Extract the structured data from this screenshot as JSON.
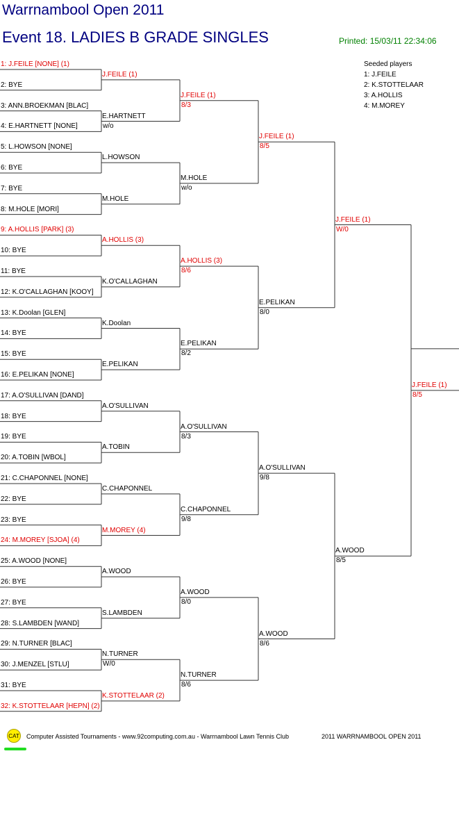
{
  "header": {
    "title": "Warrnambool Open 2011",
    "event": "Event 18. LADIES B GRADE SINGLES",
    "printed": "Printed: 15/03/11 22:34:06"
  },
  "seeded": {
    "heading": "Seeded players",
    "players": [
      "1: J.FEILE",
      "2: K.STOTTELAAR",
      "3: A.HOLLIS",
      "4: M.MOREY"
    ]
  },
  "colors": {
    "title": "#000080",
    "seed": "#e00000",
    "printed": "#008000",
    "lines": "#333333"
  },
  "rounds": [
    [
      {
        "name": "1: J.FEILE [NONE] (1)",
        "red": true
      },
      {
        "name": "2: BYE"
      },
      {
        "name": "3: ANN.BROEKMAN [BLAC]"
      },
      {
        "name": "4: E.HARTNETT [NONE]"
      },
      {
        "name": "5: L.HOWSON [NONE]"
      },
      {
        "name": "6: BYE"
      },
      {
        "name": "7: BYE"
      },
      {
        "name": "8: M.HOLE [MORI]"
      },
      {
        "name": "9: A.HOLLIS [PARK] (3)",
        "red": true
      },
      {
        "name": "10: BYE"
      },
      {
        "name": "11: BYE"
      },
      {
        "name": "12: K.O'CALLAGHAN [KOOY]"
      },
      {
        "name": "13: K.Doolan [GLEN]"
      },
      {
        "name": "14: BYE"
      },
      {
        "name": "15: BYE"
      },
      {
        "name": "16: E.PELIKAN [NONE]"
      },
      {
        "name": "17: A.O'SULLIVAN [DAND]"
      },
      {
        "name": "18: BYE"
      },
      {
        "name": "19: BYE"
      },
      {
        "name": "20: A.TOBIN [WBOL]"
      },
      {
        "name": "21: C.CHAPONNEL [NONE]"
      },
      {
        "name": "22: BYE"
      },
      {
        "name": "23: BYE"
      },
      {
        "name": "24: M.MOREY [SJOA] (4)",
        "red": true
      },
      {
        "name": "25: A.WOOD [NONE]"
      },
      {
        "name": "26: BYE"
      },
      {
        "name": "27: BYE"
      },
      {
        "name": "28: S.LAMBDEN [WAND]"
      },
      {
        "name": "29: N.TURNER [BLAC]"
      },
      {
        "name": "30: J.MENZEL [STLU]"
      },
      {
        "name": "31: BYE"
      },
      {
        "name": "32: K.STOTTELAAR [HEPN] (2)",
        "red": true
      }
    ],
    [
      {
        "name": "J.FEILE (1)",
        "red": true
      },
      {
        "name": "E.HARTNETT",
        "score": "w/o"
      },
      {
        "name": "L.HOWSON"
      },
      {
        "name": "M.HOLE"
      },
      {
        "name": "A.HOLLIS (3)",
        "red": true
      },
      {
        "name": "K.O'CALLAGHAN"
      },
      {
        "name": "K.Doolan"
      },
      {
        "name": "E.PELIKAN"
      },
      {
        "name": "A.O'SULLIVAN"
      },
      {
        "name": "A.TOBIN"
      },
      {
        "name": "C.CHAPONNEL"
      },
      {
        "name": "M.MOREY (4)",
        "red": true
      },
      {
        "name": "A.WOOD"
      },
      {
        "name": "S.LAMBDEN"
      },
      {
        "name": "N.TURNER",
        "score": "W/0"
      },
      {
        "name": "K.STOTTELAAR (2)",
        "red": true
      }
    ],
    [
      {
        "name": "J.FEILE (1)",
        "score": "8/3",
        "red": true
      },
      {
        "name": "M.HOLE",
        "score": "w/o"
      },
      {
        "name": "A.HOLLIS (3)",
        "score": "8/6",
        "red": true
      },
      {
        "name": "E.PELIKAN",
        "score": "8/2"
      },
      {
        "name": "A.O'SULLIVAN",
        "score": "8/3"
      },
      {
        "name": "C.CHAPONNEL",
        "score": "9/8"
      },
      {
        "name": "A.WOOD",
        "score": "8/0"
      },
      {
        "name": "N.TURNER",
        "score": "8/6"
      }
    ],
    [
      {
        "name": "J.FEILE (1)",
        "score": "8/5",
        "red": true
      },
      {
        "name": "E.PELIKAN",
        "score": "8/0"
      },
      {
        "name": "A.O'SULLIVAN",
        "score": "9/8"
      },
      {
        "name": "A.WOOD",
        "score": "8/6"
      }
    ],
    [
      {
        "name": "J.FEILE (1)",
        "score": "W/0",
        "red": true
      },
      {
        "name": "A.WOOD",
        "score": "8/5"
      }
    ],
    [
      {
        "name": "J.FEILE (1)",
        "score": "8/5",
        "red": true
      }
    ]
  ],
  "footer": {
    "logo": "CAT",
    "credit": "Computer Assisted Tournaments - www.92computing.com.au -  Warrnambool Lawn Tennis Club",
    "event": "2011 WARRNAMBOOL OPEN 2011"
  }
}
